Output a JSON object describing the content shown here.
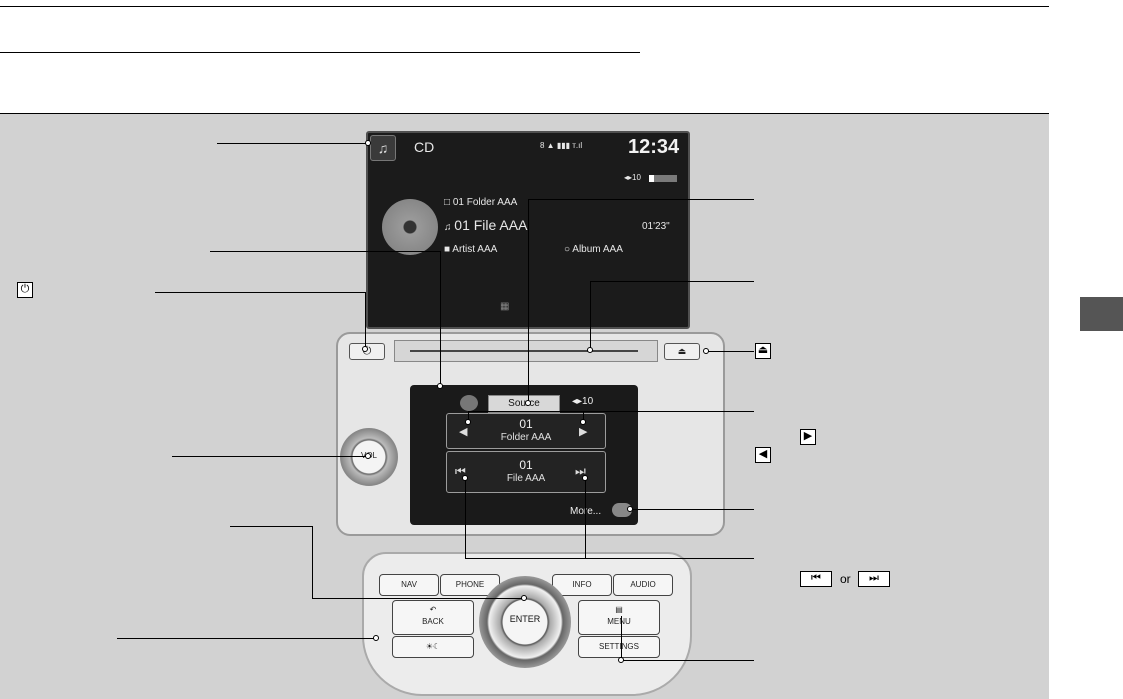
{
  "screen": {
    "source_name": "CD",
    "clock": "12:34",
    "status_icons": "8 ▲ ▮▮▮ ᴛ.ıl",
    "volume_readout": "◂▸10",
    "folder_line": "01   Folder AAA",
    "file_line": "01 File AAA",
    "elapsed_time": "01'23\"",
    "artist": "Artist AAA",
    "album": "Album AAA"
  },
  "panel": {
    "power_label": "⏻",
    "eject_label": "⏏",
    "vol_label": "VOL"
  },
  "touch": {
    "source_button": "Source",
    "volume": "◂▸10",
    "folder_num": "01",
    "folder_name": "Folder AAA",
    "file_num": "01",
    "file_name": "File AAA",
    "more": "More..."
  },
  "console": {
    "nav": "NAV",
    "phone": "PHONE",
    "info": "INFO",
    "audio": "AUDIO",
    "back": "BACK",
    "enter": "ENTER",
    "menu": "MENU",
    "settings": "SETTINGS"
  },
  "callouts": {
    "power_icon": "⏻",
    "eject_icon": "⏏",
    "next_folder_icon": "▶",
    "prev_folder_icon": "◀",
    "skip_back_icon": "⏮",
    "skip_fwd_icon": "⏭",
    "and_word": "or"
  }
}
